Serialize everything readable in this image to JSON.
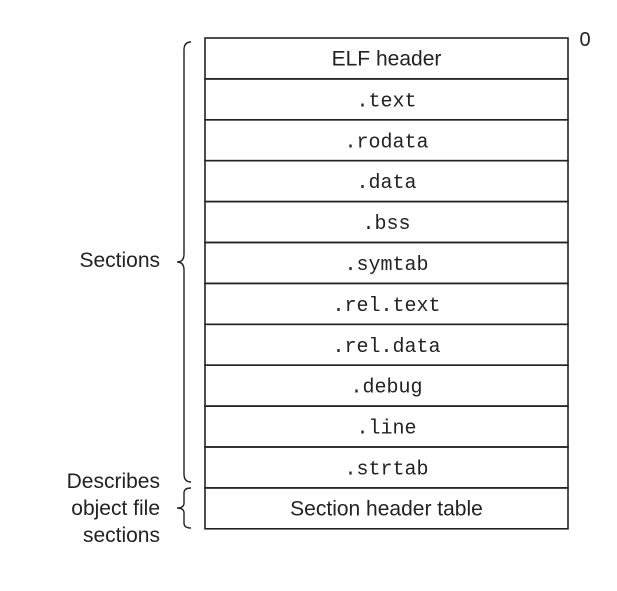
{
  "offset_label": "0",
  "rows": [
    {
      "label": "ELF header",
      "style": "sans"
    },
    {
      "label": ".text",
      "style": "mono"
    },
    {
      "label": ".rodata",
      "style": "mono"
    },
    {
      "label": ".data",
      "style": "mono"
    },
    {
      "label": ".bss",
      "style": "mono"
    },
    {
      "label": ".symtab",
      "style": "mono"
    },
    {
      "label": ".rel.text",
      "style": "mono"
    },
    {
      "label": ".rel.data",
      "style": "mono"
    },
    {
      "label": ".debug",
      "style": "mono"
    },
    {
      "label": ".line",
      "style": "mono"
    },
    {
      "label": ".strtab",
      "style": "mono"
    },
    {
      "label": "Section header table",
      "style": "sans"
    }
  ],
  "braces": {
    "sections": {
      "label_lines": [
        "Sections"
      ]
    },
    "describes": {
      "label_lines": [
        "Describes",
        "object file",
        "sections"
      ]
    }
  },
  "colors": {
    "stroke": "#222222",
    "text": "#222222",
    "background": "#ffffff"
  }
}
